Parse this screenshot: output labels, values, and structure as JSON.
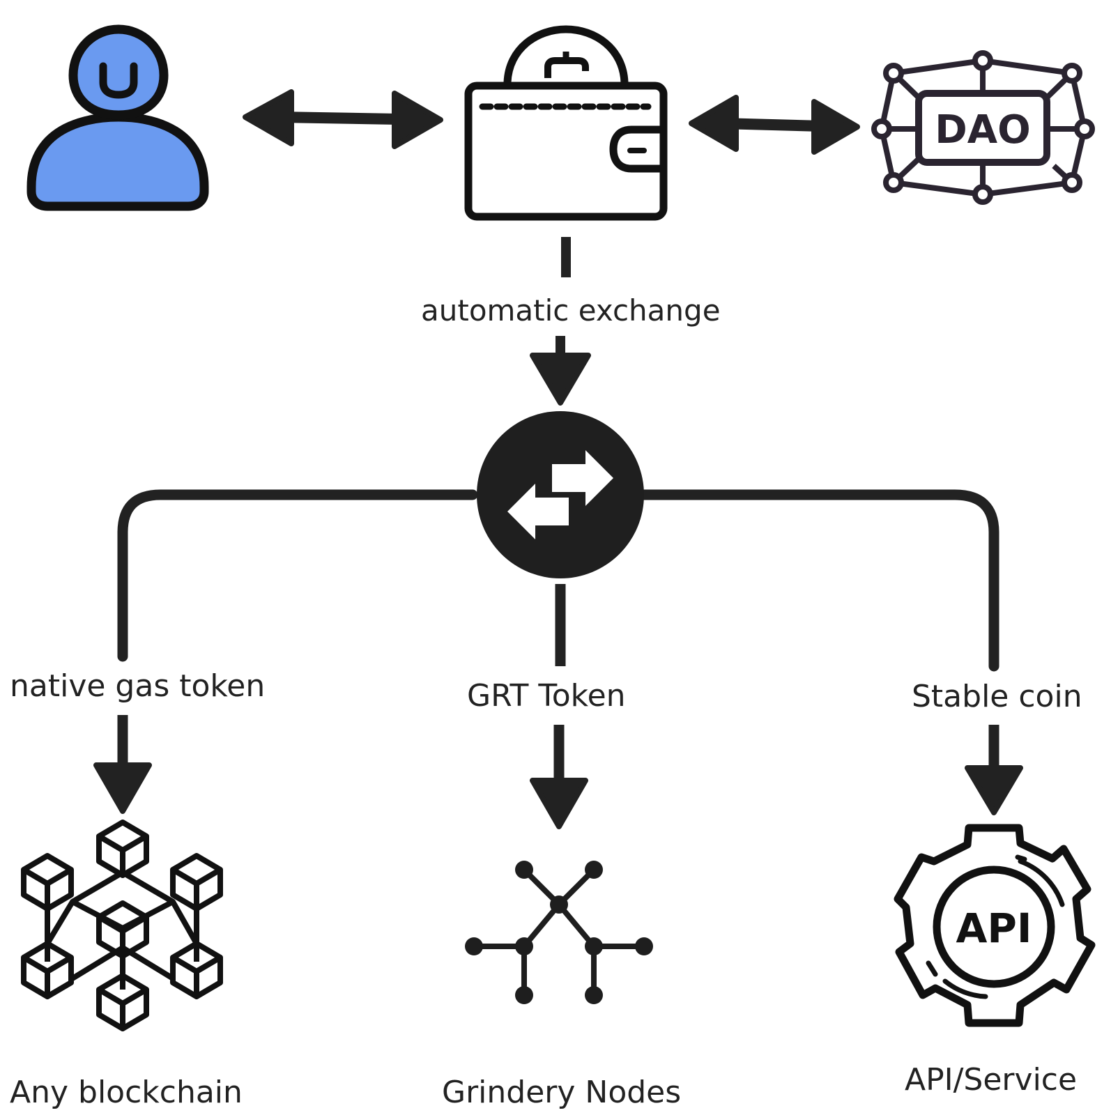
{
  "colors": {
    "ink": "#222222",
    "user_fill": "#6a9af0",
    "dao_stroke": "#2a2430",
    "background": "#ffffff"
  },
  "nodes": {
    "user": {
      "icon": "user-icon"
    },
    "wallet": {
      "icon": "wallet-icon"
    },
    "dao": {
      "icon": "dao-network-icon",
      "text": "DAO"
    },
    "exchange": {
      "icon": "exchange-arrows-icon"
    },
    "blockchain": {
      "icon": "blockchain-cubes-icon",
      "label": "Any blockchain"
    },
    "nodes": {
      "icon": "network-nodes-icon",
      "label": "Grindery Nodes"
    },
    "api": {
      "icon": "api-gear-icon",
      "text": "API",
      "label": "API/Service"
    }
  },
  "edges": {
    "wallet_to_exchange": "automatic exchange",
    "to_blockchain": "native gas token",
    "to_nodes": "GRT Token",
    "to_api": "Stable coin"
  }
}
